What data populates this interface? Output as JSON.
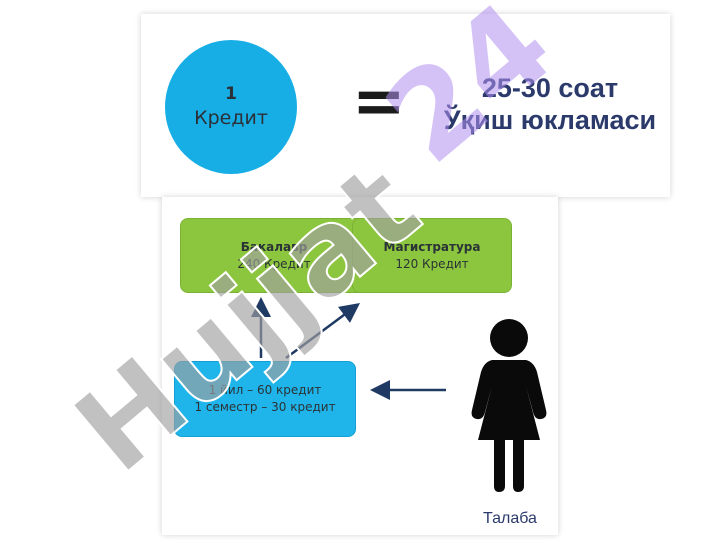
{
  "credit": {
    "number": "1",
    "word": "Кредит"
  },
  "equals_sign": "=",
  "hours": {
    "line1": "25-30 соат",
    "line2": "Ўқиш юкламаси"
  },
  "boxes": {
    "bachelor": {
      "title": "Бакалавр",
      "credits": "240 Кредит"
    },
    "master": {
      "title": "Магистратура",
      "credits": "120 Кредит"
    },
    "year": {
      "line1": "1 йил – 60 кредит",
      "line2": "1 семестр – 30 кредит"
    }
  },
  "person_label": "Талаба",
  "watermark": {
    "text_main": "Hujjat",
    "text_corner": "24"
  },
  "colors": {
    "circle": "#17aee6",
    "green_box": "#8cc63f",
    "blue_box": "#1fb4ea",
    "arrow": "#1f3a63",
    "heading_text": "#2b3a6b",
    "watermark_gray": "#a0a0a0",
    "watermark_violet": "#b08ff0"
  }
}
